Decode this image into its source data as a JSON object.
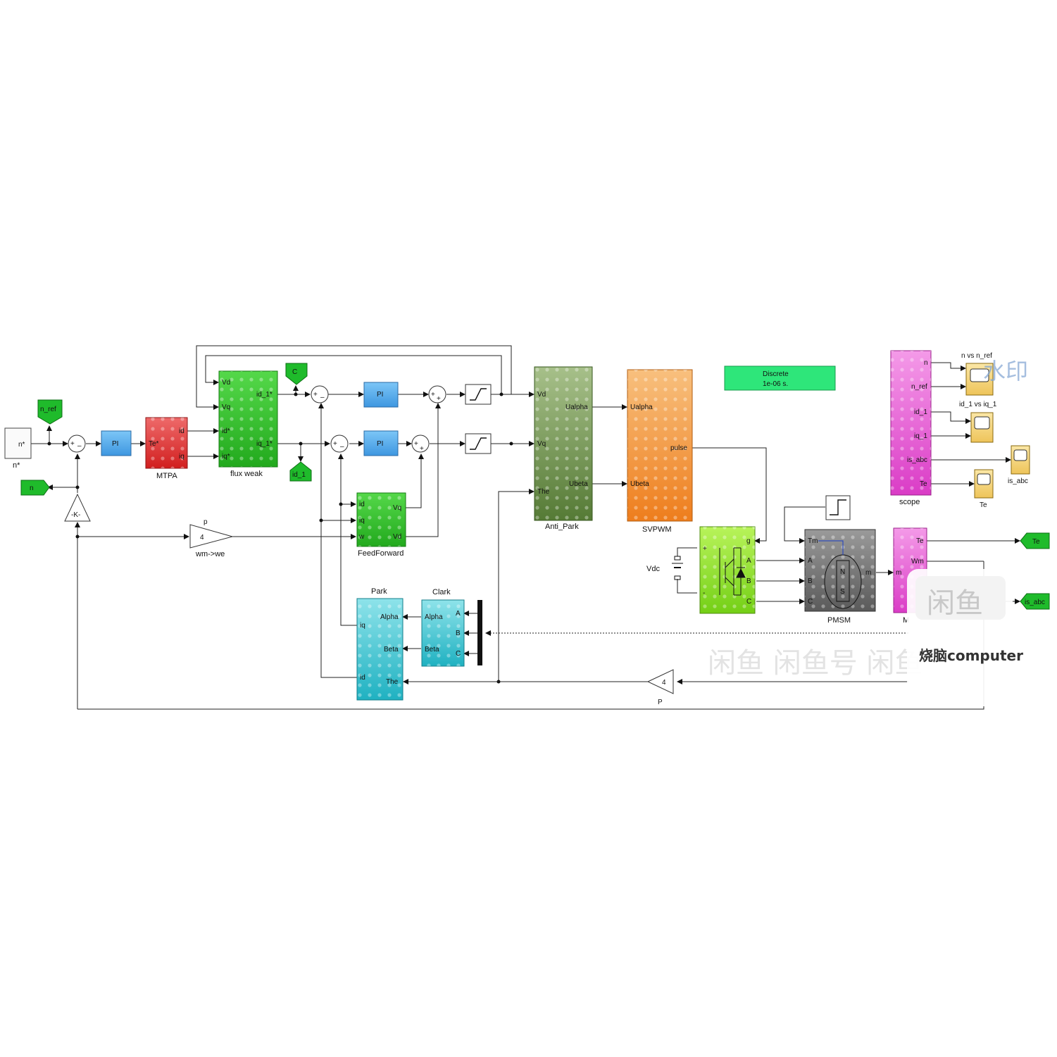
{
  "blocks": {
    "nstar_port": "n*",
    "nstar_caption": "n*",
    "goto_nref": "n_ref",
    "goto_n": "n",
    "from_top": "C",
    "goto_id1": "id_1",
    "gain_k": "-K-",
    "pi_speed": "PI",
    "pi_d": "PI",
    "pi_q": "PI",
    "mtpa": {
      "name": "MTPA",
      "in": "Te*",
      "out1": "id",
      "out2": "iq"
    },
    "flux": {
      "name": "flux weak",
      "in1": "Vd",
      "in2": "Vq",
      "in3": "id*",
      "in4": "iq*",
      "out1": "id_1*",
      "out2": "iq_1*"
    },
    "ff": {
      "name": "FeedForward",
      "in1": "id",
      "in2": "iq",
      "in3": "w",
      "out1": "Vq",
      "out2": "Vd"
    },
    "wmwe": {
      "name": "wm->we",
      "label": "p",
      "value": "4"
    },
    "antipark": {
      "name": "Anti_Park",
      "in1": "Vd",
      "in2": "Vq",
      "in3": "The",
      "out1": "Ualpha",
      "out2": "Ubeta"
    },
    "svpwm": {
      "name": "SVPWM",
      "in1": "Ualpha",
      "in2": "Ubeta",
      "out": "pulse"
    },
    "discrete": {
      "line1": "Discrete",
      "line2": "1e-06 s."
    },
    "park": {
      "name": "Park",
      "in1": "iq",
      "in2": "id",
      "in3": "The",
      "out1": "Alpha",
      "out2": "Beta"
    },
    "clark": {
      "name": "Clark",
      "in1": "A",
      "in2": "B",
      "in3": "C",
      "out1": "Alpha",
      "out2": "Beta"
    },
    "vdc": {
      "name": "Vdc"
    },
    "inverter": {
      "g": "g",
      "plus": "+",
      "minus": "-",
      "a": "A",
      "b": "B",
      "c": "C"
    },
    "pmsm": {
      "name": "PMSM",
      "tm": "Tm",
      "a": "A",
      "b": "B",
      "c": "C",
      "m": "m",
      "n": "N",
      "s": "S"
    },
    "meas": {
      "name": "M",
      "in": "m",
      "out1": "Te",
      "out2": "Wm"
    },
    "gain_p": {
      "value": "4",
      "label": "P"
    },
    "goto_te": "Te",
    "goto_isabc": "is_abc",
    "scope": {
      "name": "scope",
      "p1": "n",
      "p2": "n_ref",
      "p3": "id_1",
      "p4": "iq_1",
      "p5": "is_abc",
      "p6": "Te"
    },
    "scopes": {
      "s1": "n vs n_ref",
      "s2": "id_1 vs iq_1",
      "s3": "is_abc",
      "s4": "Te"
    }
  },
  "watermarks": {
    "top_right": "水印",
    "badge_icon": "闲鱼",
    "badge_text": "烧脑computer",
    "mid_text": "闲鱼 闲鱼号 闲鱼"
  },
  "colors": {
    "green_block": "#35c52e",
    "pi_blue": "#5aaeea",
    "mtpa_red": "#e23a3a",
    "olive": "#7a9a55",
    "orange": "#f39a45",
    "cyan": "#3ec4d2",
    "magenta": "#e765d6",
    "lime": "#9be32d",
    "gray": "#7a7a7a",
    "scope_yellow": "#f4d67a",
    "tag_green": "#1fbb2b",
    "discrete_green": "#2ee67a"
  }
}
